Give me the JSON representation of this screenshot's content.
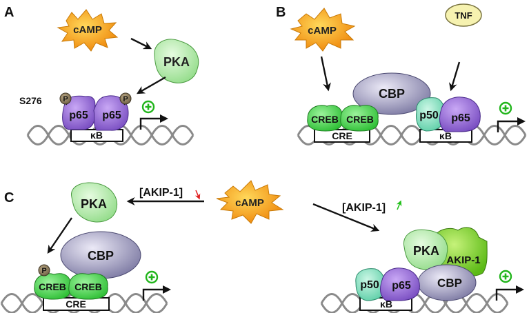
{
  "panels": {
    "a": {
      "letter": "A",
      "camp": "cAMP",
      "pka": "PKA",
      "site": "S276",
      "phospho": "P",
      "p65_left": "p65",
      "p65_right": "p65",
      "kb": "κB"
    },
    "b": {
      "letter": "B",
      "camp": "cAMP",
      "tnf": "TNF",
      "cbp": "CBP",
      "creb_left": "CREB",
      "creb_right": "CREB",
      "p50": "p50",
      "p65": "p65",
      "cre": "CRE",
      "kb": "κB"
    },
    "c": {
      "letter": "C",
      "camp": "cAMP",
      "akip_down": "[AKIP-1]",
      "akip_up": "[AKIP-1]",
      "pka_left": "PKA",
      "cbp_left": "CBP",
      "phospho": "P",
      "creb_left": "CREB",
      "creb_right": "CREB",
      "cre": "CRE",
      "pka_right": "PKA",
      "akip_protein": "AKIP-1",
      "p50": "p50",
      "p65": "p65",
      "cbp_right": "CBP",
      "kb": "κB"
    }
  },
  "colors": {
    "camp": "#f5a51f",
    "pka": "#b8ecb0",
    "p65": "#9a70d8",
    "cbp": "#9e9cbd",
    "creb": "#4fd454",
    "p50": "#8fe3c6",
    "akip": "#7ed428",
    "tnf": "#f6f2b0",
    "phospho": "#8c7a5c",
    "activation": "#22b51c",
    "decrease_arrow": "#e02020",
    "increase_arrow": "#22c01a"
  }
}
